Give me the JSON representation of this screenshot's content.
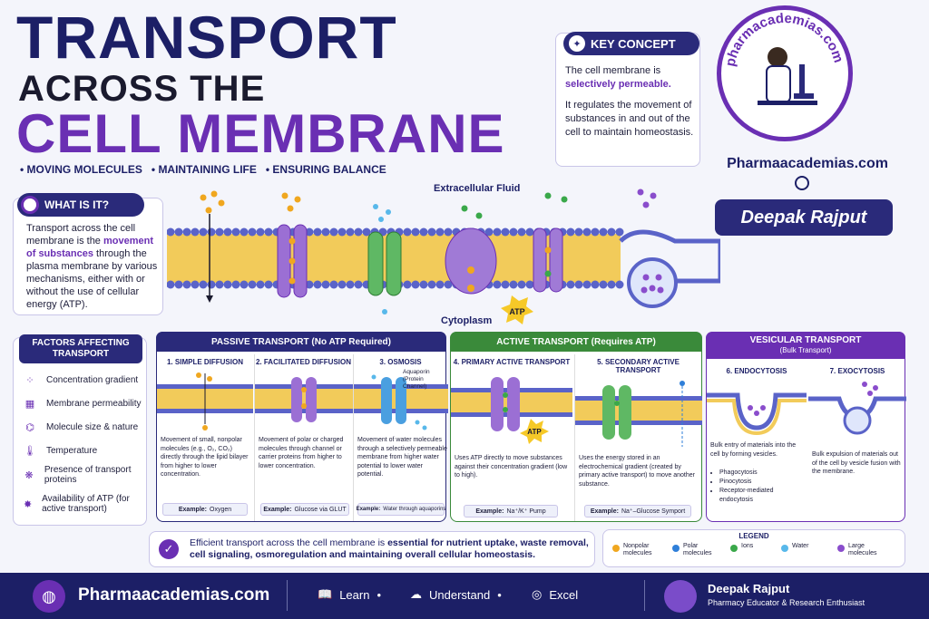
{
  "title": {
    "line1": "TRANSPORT",
    "line2": "ACROSS THE",
    "line3": "CELL MEMBRANE",
    "tagline": [
      "MOVING MOLECULES",
      "MAINTAINING LIFE",
      "ENSURING BALANCE"
    ]
  },
  "key_concept": {
    "heading": "KEY CONCEPT",
    "p1_prefix": "The cell membrane is",
    "p1_highlight": "selectively permeable.",
    "p2": "It regulates the movement of substances in and out of the cell to maintain homeostasis."
  },
  "brand": {
    "logo_ring_text": "pharmacademias.com",
    "site": "Pharmaacademias.com",
    "author": "Deepak Rajput"
  },
  "what_is_it": {
    "heading": "WHAT IS IT?",
    "prefix": "Transport across the cell membrane is the",
    "highlight": "movement of substances",
    "suffix": "through the plasma membrane by various mechanisms, either with or without the use of cellular energy (ATP)."
  },
  "membrane": {
    "top_label": "Extracellular Fluid",
    "bottom_label": "Cytoplasm",
    "atp_label": "ATP"
  },
  "factors": {
    "heading": "FACTORS AFFECTING TRANSPORT",
    "items": [
      {
        "label": "Concentration gradient",
        "icon": "molecules-icon"
      },
      {
        "label": "Membrane permeability",
        "icon": "membrane-icon"
      },
      {
        "label": "Molecule size & nature",
        "icon": "molecule-icon"
      },
      {
        "label": "Temperature",
        "icon": "thermometer-icon"
      },
      {
        "label": "Presence of transport proteins",
        "icon": "protein-icon"
      },
      {
        "label": "Availability of ATP (for active transport)",
        "icon": "atp-icon"
      }
    ]
  },
  "passive": {
    "heading": "PASSIVE TRANSPORT (No ATP Required)",
    "cols": [
      {
        "title": "1. SIMPLE DIFFUSION",
        "desc": "Movement of small, nonpolar molecules (e.g., O₂, CO₂) directly through the lipid bilayer from higher to lower concentration.",
        "ex_label": "Example:",
        "ex_value": "Oxygen"
      },
      {
        "title": "2. FACILITATED DIFFUSION",
        "desc": "Movement of polar or charged molecules through channel or carrier proteins from higher to lower concentration.",
        "ex_label": "Example:",
        "ex_value": "Glucose via GLUT"
      },
      {
        "title": "3. OSMOSIS",
        "desc": "Movement of water molecules through a selectively permeable membrane from higher water potential to lower water potential.",
        "ex_label": "Example:",
        "ex_value": "Water through aquaporins",
        "extra": "Aquaporin (Protein Channel)"
      }
    ]
  },
  "active": {
    "heading": "ACTIVE TRANSPORT (Requires ATP)",
    "cols": [
      {
        "title": "4. PRIMARY ACTIVE TRANSPORT",
        "desc": "Uses ATP directly to move substances against their concentration gradient (low to high).",
        "ex_label": "Example:",
        "ex_value": "Na⁺/K⁺ Pump",
        "atp": "ATP"
      },
      {
        "title": "5. SECONDARY ACTIVE TRANSPORT",
        "desc": "Uses the energy stored in an electrochemical gradient (created by primary active transport) to move another substance.",
        "ex_label": "Example:",
        "ex_value": "Na⁺–Glucose Symport"
      }
    ]
  },
  "vesicular": {
    "heading": "VESICULAR TRANSPORT",
    "subheading": "(Bulk Transport)",
    "cols": [
      {
        "title": "6. ENDOCYTOSIS",
        "desc": "Bulk entry of materials into the cell by forming vesicles.",
        "bullets": [
          "Phagocytosis",
          "Pinocytosis",
          "Receptor-mediated endocytosis"
        ]
      },
      {
        "title": "7. EXOCYTOSIS",
        "desc": "Bulk expulsion of materials out of the cell by vesicle fusion with the membrane."
      }
    ]
  },
  "note": {
    "prefix": "Efficient transport across the cell membrane is",
    "highlight": "essential for nutrient uptake, waste removal, cell signaling, osmoregulation and maintaining overall cellular homeostasis."
  },
  "legend": {
    "heading": "LEGEND",
    "items": [
      {
        "label": "Nonpolar molecules",
        "color": "#f0a71f"
      },
      {
        "label": "Polar molecules",
        "color": "#2f7fd9"
      },
      {
        "label": "Ions",
        "color": "#3aa84a"
      },
      {
        "label": "Water",
        "color": "#58b8ea"
      },
      {
        "label": "Large molecules",
        "color": "#8a4dcc"
      }
    ]
  },
  "footer": {
    "site": "Pharmaacademias.com",
    "items": [
      "Learn",
      "Understand",
      "Excel"
    ],
    "name": "Deepak Rajput",
    "role": "Pharmacy Educator & Research Enthusiast"
  },
  "colors": {
    "navy": "#1c1f66",
    "purple": "#6a2fb3",
    "green": "#3a8a3a",
    "lipid_head": "#5a63c8",
    "lipid_tail": "#f0c650"
  }
}
